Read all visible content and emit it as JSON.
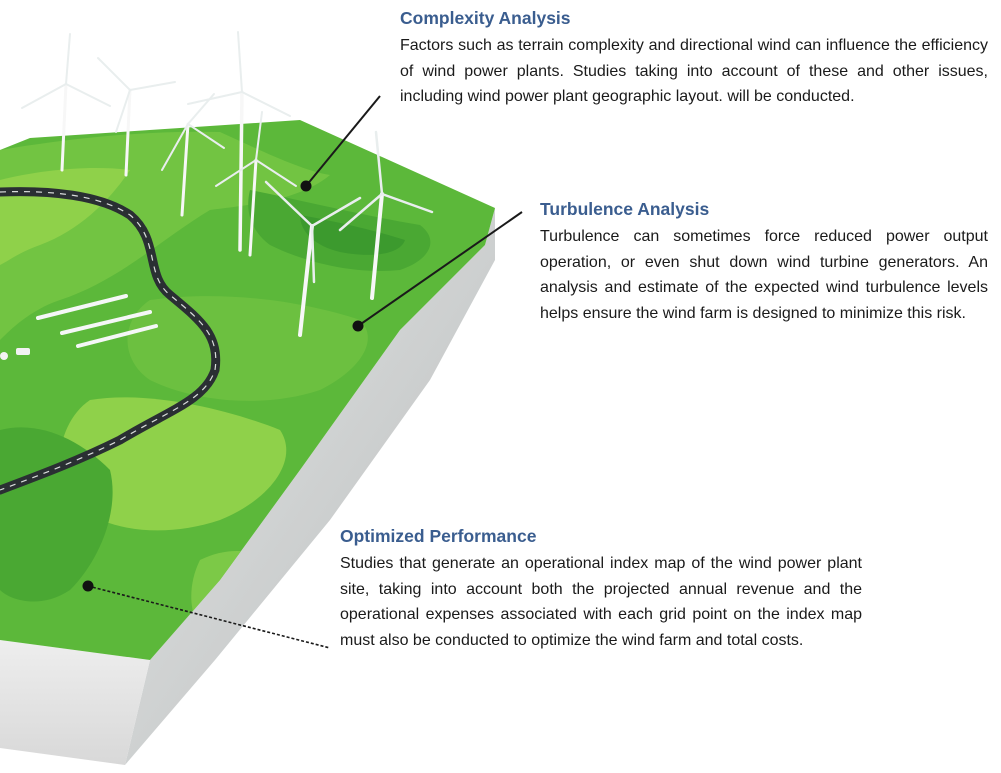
{
  "notes": {
    "complexity": {
      "title": "Complexity Analysis",
      "body": "Factors such as terrain complexity and directional wind can influence the efficiency of wind power plants. Studies taking into account of these and other issues, including wind power plant geographic layout. will be conducted."
    },
    "turbulence": {
      "title": "Turbulence Analysis",
      "body": "Turbulence can sometimes force reduced power output operation, or even shut down wind turbine generators. An analysis and estimate of the expected wind turbulence levels helps ensure the wind farm is designed to minimize this risk."
    },
    "optimized": {
      "title": "Optimized Performance",
      "body": "Studies that generate an operational index map of the wind power plant site, taking into account both the projected annual revenue and the operational expenses associated with each grid point on the index map must also be conducted to optimize the wind farm and total costs."
    }
  },
  "colors": {
    "title": "#3a5d8f",
    "terrain_light": "#8fd14a",
    "terrain_mid": "#5cb83a",
    "terrain_dark": "#3c9a2e",
    "road": "#2a2f33",
    "block_side": "#d4d6d6"
  },
  "icons": [
    "wind-turbine-icon",
    "solar-panel-icon",
    "road-icon"
  ]
}
